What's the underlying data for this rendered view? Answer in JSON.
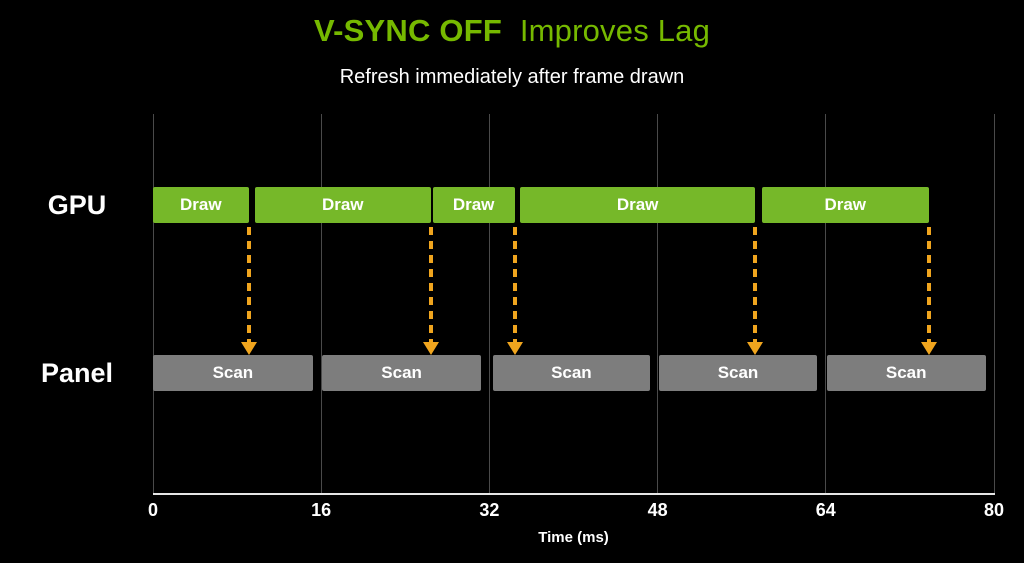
{
  "slide": {
    "title": {
      "highlight": "V-SYNC OFF",
      "rest": "Improves Lag"
    },
    "subtitle": "Refresh immediately after frame drawn"
  },
  "chart_data": {
    "type": "timeline",
    "title": "V-SYNC OFF Improves Lag",
    "subtitle": "Refresh immediately after frame drawn",
    "xlabel": "Time (ms)",
    "x_ticks": [
      0,
      16,
      32,
      48,
      64,
      80
    ],
    "x_range": [
      0,
      80
    ],
    "grid": true,
    "rows": [
      {
        "label": "GPU"
      },
      {
        "label": "Panel"
      }
    ],
    "segment_labels": {
      "gpu": "Draw",
      "panel": "Scan"
    },
    "frames": [
      {
        "draw_start": 0,
        "draw_end": 9.1,
        "scan_start": 0,
        "scan_end": 15.2
      },
      {
        "draw_start": 9.7,
        "draw_end": 26.4,
        "scan_start": 16.1,
        "scan_end": 31.2
      },
      {
        "draw_start": 26.6,
        "draw_end": 34.4,
        "scan_start": 32.3,
        "scan_end": 47.3
      },
      {
        "draw_start": 34.9,
        "draw_end": 57.3,
        "scan_start": 48.1,
        "scan_end": 63.2
      },
      {
        "draw_start": 57.9,
        "draw_end": 73.8,
        "scan_start": 64.1,
        "scan_end": 79.2
      }
    ],
    "arrows_at_draw_end": true,
    "colors": {
      "title_green": "#76B900",
      "draw_block": "#76B829",
      "scan_block": "#7D7D7D",
      "arrow": "#F0A51E",
      "gridline": "#4A4A4A",
      "axis_line": "#E6E6E6",
      "text": "#FFFFFF",
      "background": "#000000"
    }
  }
}
